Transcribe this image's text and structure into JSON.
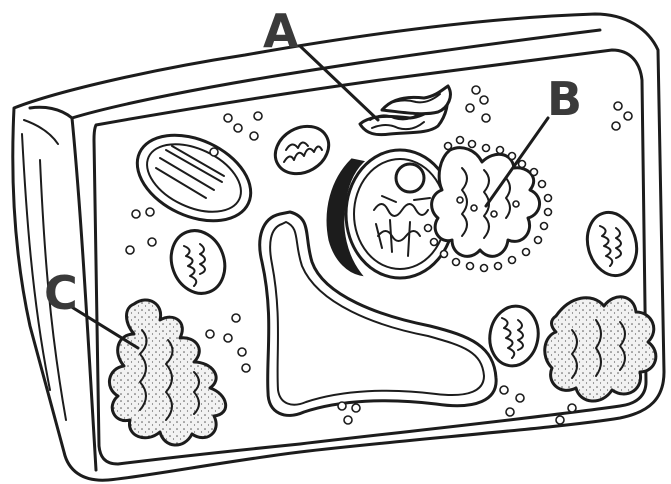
{
  "labels": {
    "a": "A",
    "b": "B",
    "c": "C"
  },
  "colors": {
    "ink": "#1c1c1c",
    "label": "#3a3a3a",
    "background": "#ffffff"
  }
}
